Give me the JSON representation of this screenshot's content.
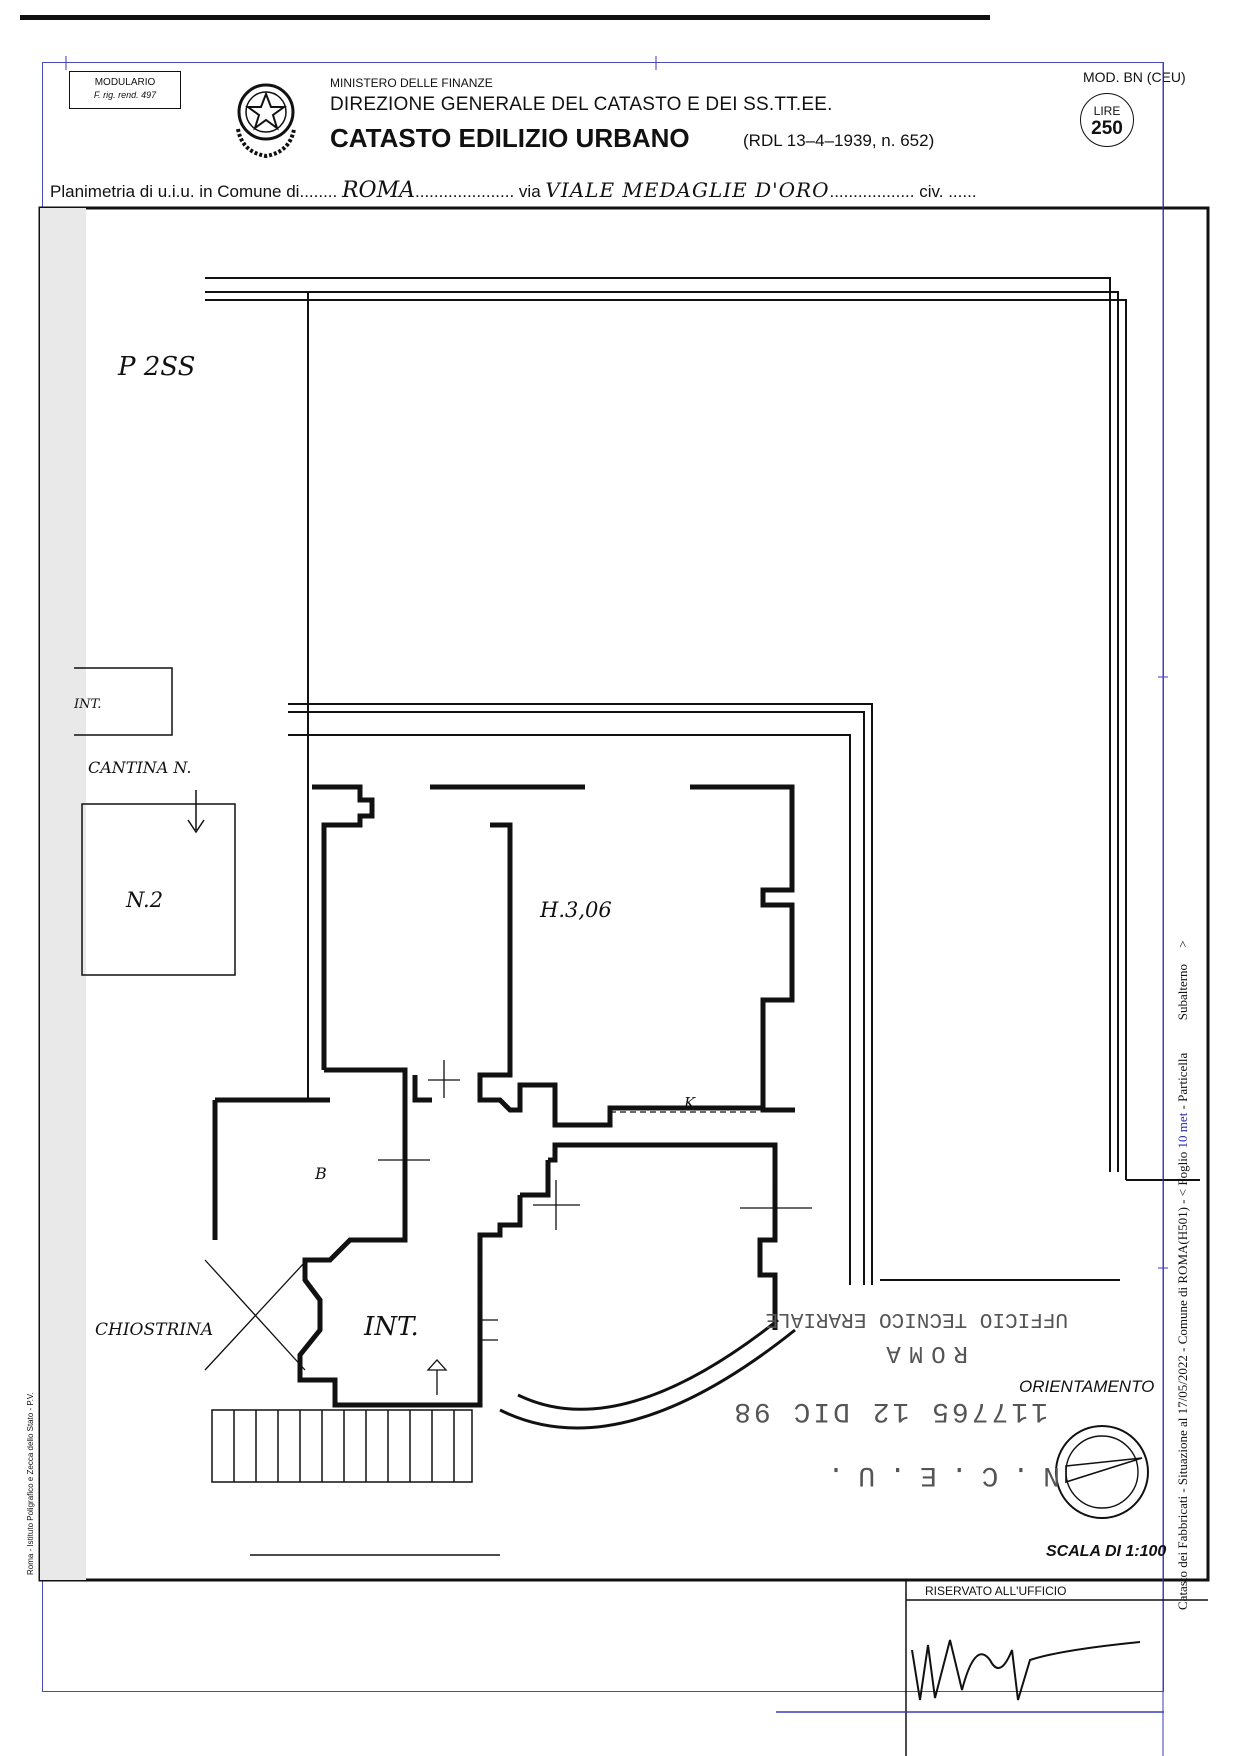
{
  "header": {
    "modulario_line1": "MODULARIO",
    "modulario_line2": "F. rig. rend. 497",
    "ministry": "MINISTERO DELLE FINANZE",
    "direzione": "DIREZIONE GENERALE DEL CATASTO E DEI SS.TT.EE.",
    "catasto": "CATASTO EDILIZIO URBANO",
    "rdl": "(RDL 13–4–1939, n. 652)",
    "mod_bn": "MOD. BN (CEU)",
    "lire_label": "LIRE",
    "lire_value": "250"
  },
  "planimetria": {
    "prefix": "Planimetria di u.i.u. in Comune di",
    "comune": "ROMA",
    "via_label": "via",
    "via": "VIALE MEDAGLIE D'ORO",
    "civ_label": "civ."
  },
  "plan_labels": {
    "piano": "P 2SS",
    "int_top": "INT.",
    "cantina": "CANTINA N.",
    "n2": "N.2",
    "height": "H.3,06",
    "k": "K",
    "b": "B",
    "chiostrina": "CHIOSTRINA",
    "int_main": "INT."
  },
  "stamp": {
    "line1": "N.C.E.U.",
    "line2": "117765   12 DIC 98",
    "line3": "ROMA",
    "line4": "UFFICIO TECNICO ERARIALE"
  },
  "footer": {
    "orientamento": "ORIENTAMENTO",
    "scala": "SCALA DI 1:100",
    "reservato": "RISERVATO ALL'UFFICIO",
    "printer": "Roma - Istituto Poligrafico e Zecca dello Stato - P.V."
  },
  "side": {
    "text_main": "Catasto dei Fabbricati - Situazione al 17/05/2022 - Comune di ROMA(H501) - < Foglio",
    "text_part": "- Particella",
    "text_sub": "Subalterno",
    "text_end": ">",
    "scale_mark": "10 met"
  }
}
